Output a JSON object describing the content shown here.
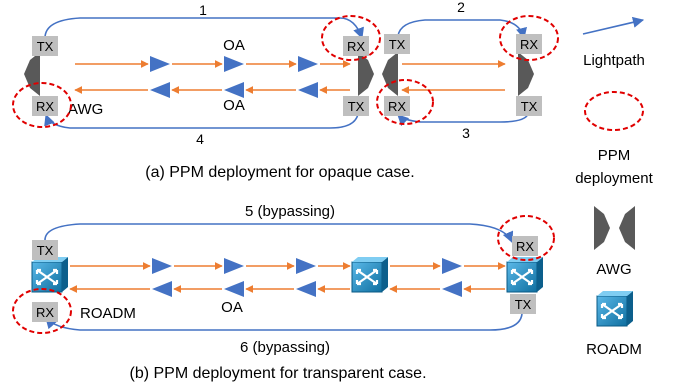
{
  "colors": {
    "lightpath": "#4472c4",
    "fiber": "#ed7d31",
    "amplifier": "#4472c4",
    "ppm": "#e00000",
    "port_box": "#bfbfbf",
    "awg": "#595959",
    "roadm": "#1f8fc0",
    "text": "#000000"
  },
  "icons": {
    "awg": "awg-icon",
    "roadm": "roadm-icon",
    "ppm": "ppm-ellipse-icon",
    "lightpath": "lightpath-arrow-icon"
  },
  "opaque": {
    "caption": "(a) PPM deployment for opaque case.",
    "ports": {
      "tx": "TX",
      "rx": "RX"
    },
    "awg_label": "AWG",
    "oa_top": "OA",
    "oa_bottom": "OA",
    "path_labels": [
      "1",
      "2",
      "3",
      "4"
    ]
  },
  "transparent": {
    "caption": "(b) PPM deployment for transparent case.",
    "ports": {
      "tx": "TX",
      "rx": "RX"
    },
    "roadm_label": "ROADM",
    "oa_label": "OA",
    "path_top": "5 (bypassing)",
    "path_bottom": "6 (bypassing)"
  },
  "legend": {
    "lightpath": "Lightpath",
    "ppm_line1": "PPM",
    "ppm_line2": "deployment",
    "awg": "AWG",
    "roadm": "ROADM"
  }
}
